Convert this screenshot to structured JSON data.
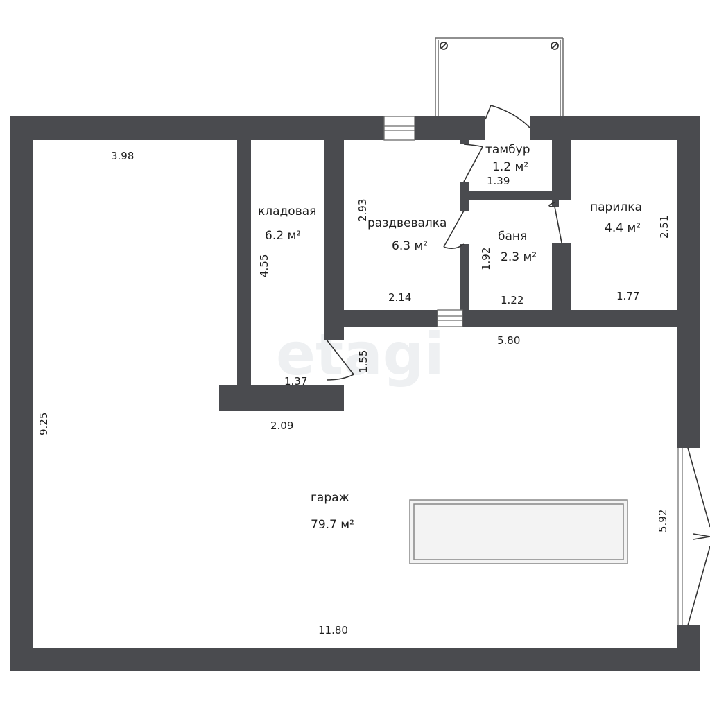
{
  "colors": {
    "wall": "#4a4b4f",
    "line": "#6b6b6b",
    "background": "#ffffff"
  },
  "watermark": "etagi",
  "rooms": {
    "garage": {
      "name": "гараж",
      "area": "79.7 м²"
    },
    "pantry": {
      "name": "кладовая",
      "area": "6.2 м²"
    },
    "dressing": {
      "name": "раздвевалка",
      "area": "6.3 м²"
    },
    "vestibule": {
      "name": "тамбур",
      "area": "1.2 м²"
    },
    "bath": {
      "name": "баня",
      "area": "2.3 м²"
    },
    "steam": {
      "name": "парилка",
      "area": "4.4 м²"
    }
  },
  "dimensions": {
    "garage_top": "3.98",
    "garage_left": "9.25",
    "garage_bottom": "11.80",
    "garage_right": "5.92",
    "pantry_height": "4.55",
    "pantry_width": "1.37",
    "pantry_door": "1.55",
    "pantry_outer": "2.09",
    "dressing_height": "2.93",
    "dressing_width": "2.14",
    "vestibule_width": "1.39",
    "bath_height": "1.92",
    "bath_width": "1.22",
    "steam_height": "2.51",
    "steam_width": "1.77",
    "block_width": "5.80"
  }
}
